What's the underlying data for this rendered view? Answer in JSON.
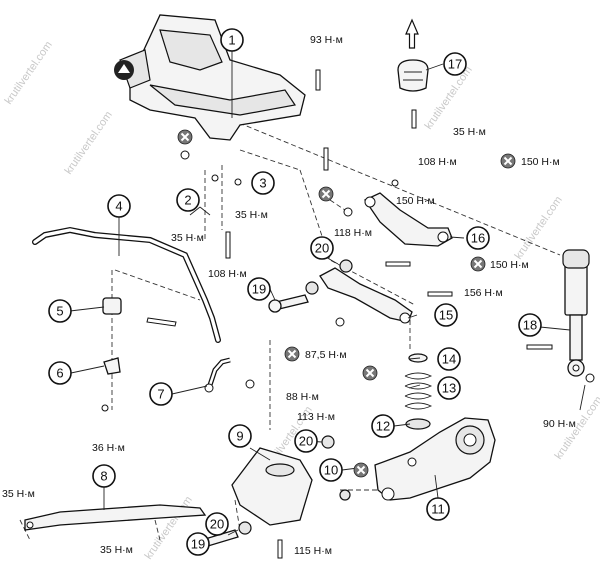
{
  "watermark": "krutilvertel.com",
  "callouts": [
    "1",
    "2",
    "3",
    "4",
    "5",
    "6",
    "7",
    "8",
    "9",
    "10",
    "11",
    "12",
    "13",
    "14",
    "15",
    "16",
    "17",
    "18",
    "19",
    "19",
    "20",
    "20",
    "20"
  ],
  "torques": {
    "t93": "93 Н·м",
    "t35_top": "35 Н·м",
    "t108_a": "108 Н·м",
    "t150_a": "150 Н·м",
    "t150_b": "150 Н·м",
    "t35_b": "35 Н·м",
    "t35_c": "35 Н·м",
    "t108_b": "108 Н·м",
    "t118": "118 Н·м",
    "t150_c": "150 Н·м",
    "t156": "156 Н·м",
    "t875": "87,5 Н·м",
    "t88": "88 Н·м",
    "t36": "36 Н·м",
    "t113": "113 Н·м",
    "t90": "90 Н·м",
    "t35_d": "35 Н·м",
    "t35_e": "35 Н·м",
    "t115": "115 Н·м"
  },
  "icons": [
    "single-use-x-mark",
    "arrow-up-icon"
  ]
}
